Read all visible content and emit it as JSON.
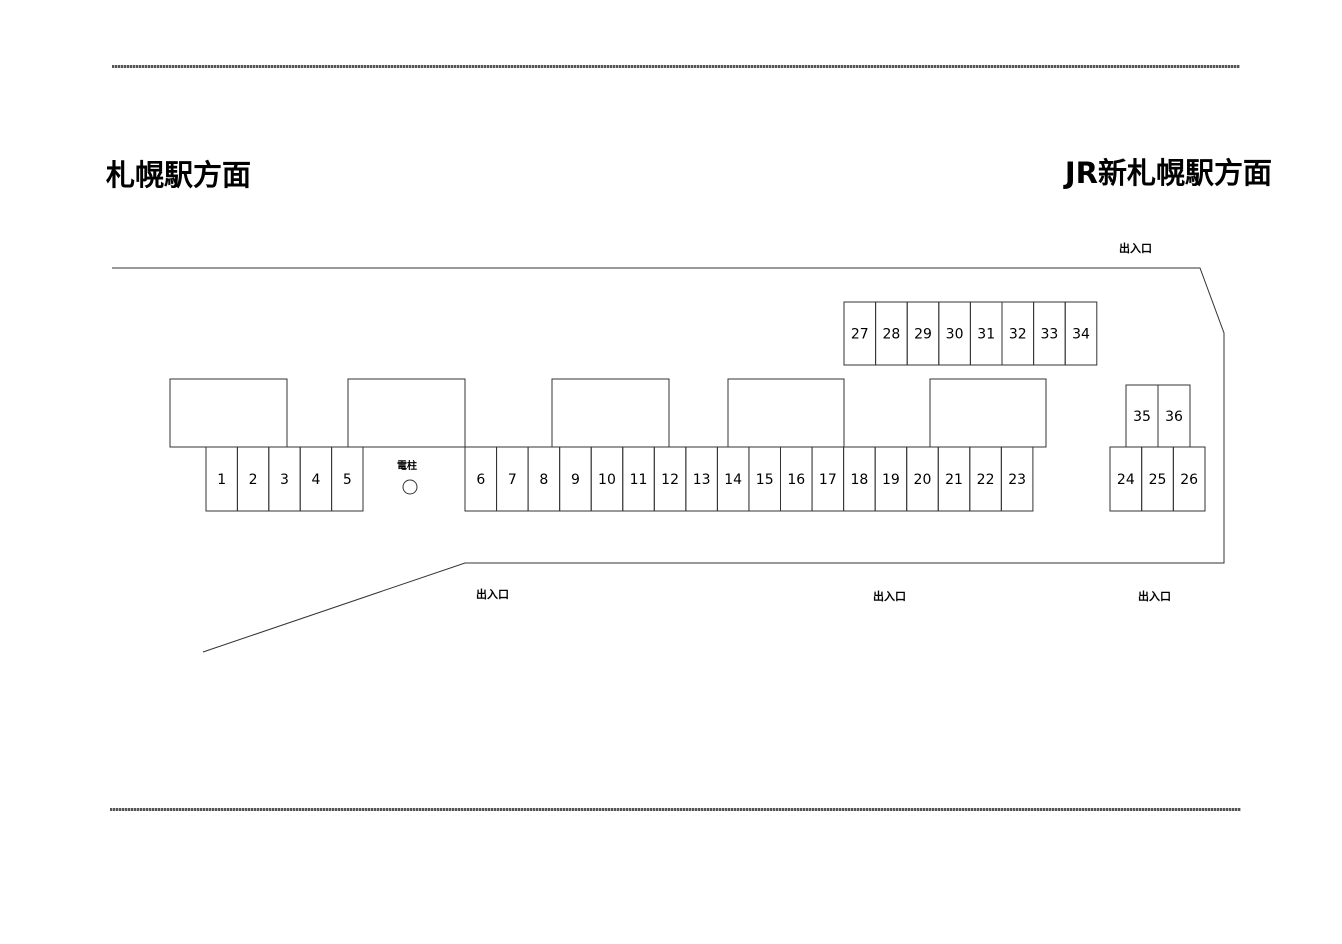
{
  "titles": {
    "left": "札幌駅方面",
    "right": "JR新札幌駅方面"
  },
  "labels": {
    "entrance": "出入口",
    "utility_pole": "電柱"
  },
  "parking_spaces": [
    "1",
    "2",
    "3",
    "4",
    "5",
    "6",
    "7",
    "8",
    "9",
    "10",
    "11",
    "12",
    "13",
    "14",
    "15",
    "16",
    "17",
    "18",
    "19",
    "20",
    "21",
    "22",
    "23",
    "24",
    "25",
    "26",
    "27",
    "28",
    "29",
    "30",
    "31",
    "32",
    "33",
    "34",
    "35",
    "36"
  ],
  "icons": {
    "utility_pole": "circle-icon"
  },
  "colors": {
    "line": "#333333",
    "background": "#ffffff",
    "text": "#000000"
  }
}
